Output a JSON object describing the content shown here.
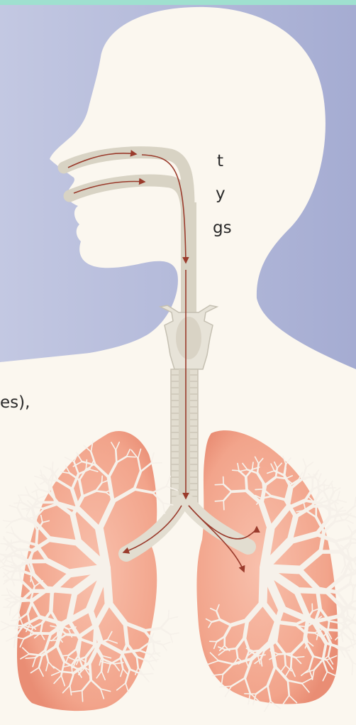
{
  "fragments": {
    "line1": "t",
    "line2": "y",
    "line3": "gs",
    "line4": "es),"
  },
  "colors": {
    "top_border": "#9fe0cf",
    "backdrop": "#aeb5d6",
    "silhouette": "#fbf7ef",
    "airway": "#d8d3c4",
    "airflow_arrow": "#9a3b2c",
    "lung": "#f3a992",
    "bronchi": "#f6f1ea"
  }
}
